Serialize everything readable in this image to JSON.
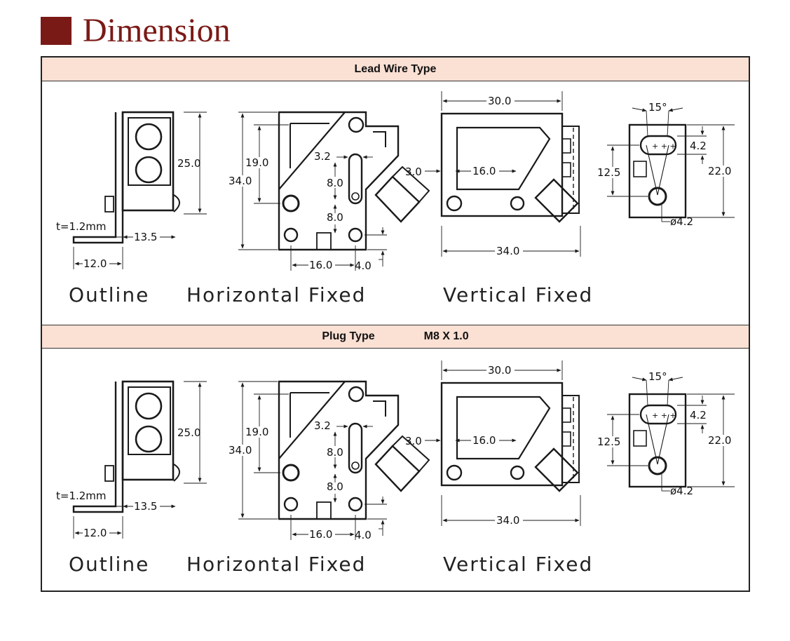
{
  "page": {
    "title": "Dimension",
    "accent_color": "#7a1a17",
    "band_color": "#fbe0d4"
  },
  "sections": [
    {
      "header": "Lead Wire Type",
      "header_extra": "",
      "labels": {
        "outline_height": "25.0",
        "thickness": "t=1.2mm",
        "bracket_width": "13.5",
        "base_width": "12.0",
        "h_total_height": "34.0",
        "h_upper_height": "19.0",
        "h_slot_width": "3.2",
        "h_slot_length": "8.0",
        "h_hole_pitch": "8.0",
        "h_hole_spacing": "16.0",
        "h_edge_offset": "4.0",
        "v_top_width": "30.0",
        "v_offset": "3.0",
        "v_hole_spacing": "16.0",
        "v_bottom_width": "34.0",
        "e_angle": "15°",
        "e_slot_width": "4.2",
        "e_hole_offset": "12.5",
        "e_total_height": "22.0",
        "e_hole_dia": "ø4.2"
      },
      "captions": {
        "outline": "Outline",
        "horizontal": "Horizontal Fixed",
        "vertical": "Vertical Fixed"
      }
    },
    {
      "header": "Plug Type",
      "header_extra": "M8 X 1.0",
      "labels": {
        "outline_height": "25.0",
        "thickness": "t=1.2mm",
        "bracket_width": "13.5",
        "base_width": "12.0",
        "h_total_height": "34.0",
        "h_upper_height": "19.0",
        "h_slot_width": "3.2",
        "h_slot_length": "8.0",
        "h_hole_pitch": "8.0",
        "h_hole_spacing": "16.0",
        "h_edge_offset": "4.0",
        "v_top_width": "30.0",
        "v_offset": "3.0",
        "v_hole_spacing": "16.0",
        "v_bottom_width": "34.0",
        "e_angle": "15°",
        "e_slot_width": "4.2",
        "e_hole_offset": "12.5",
        "e_total_height": "22.0",
        "e_hole_dia": "ø4.2"
      },
      "captions": {
        "outline": "Outline",
        "horizontal": "Horizontal Fixed",
        "vertical": "Vertical Fixed"
      }
    }
  ]
}
